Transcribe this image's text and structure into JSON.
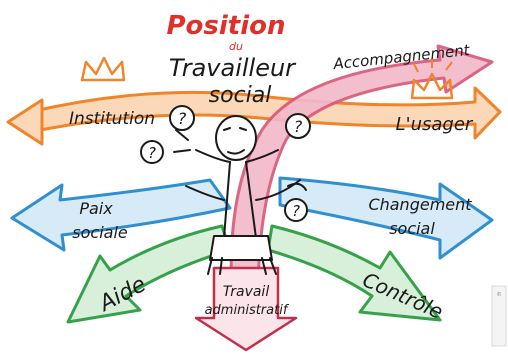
{
  "title": {
    "line1": "Position",
    "line2": "du",
    "line3": "Travailleur",
    "line4": "social"
  },
  "labels": {
    "institution": "Institution",
    "usager": "L'usager",
    "accompagnement": "Accompagnement",
    "paix_sociale_1": "Paix",
    "paix_sociale_2": "sociale",
    "changement_1": "Changement",
    "changement_2": "social",
    "aide": "Aide",
    "travail_1": "Travail",
    "travail_2": "administratif",
    "controle": "Contrôle"
  },
  "question_mark": "?",
  "credit": "©",
  "colors": {
    "title": "#e0302a",
    "orange": "#f0842a",
    "blue": "#2f8fcf",
    "green": "#35a24a",
    "pink": "#d9587a",
    "crown": "#f0842a",
    "ink": "#1a1a1a"
  }
}
